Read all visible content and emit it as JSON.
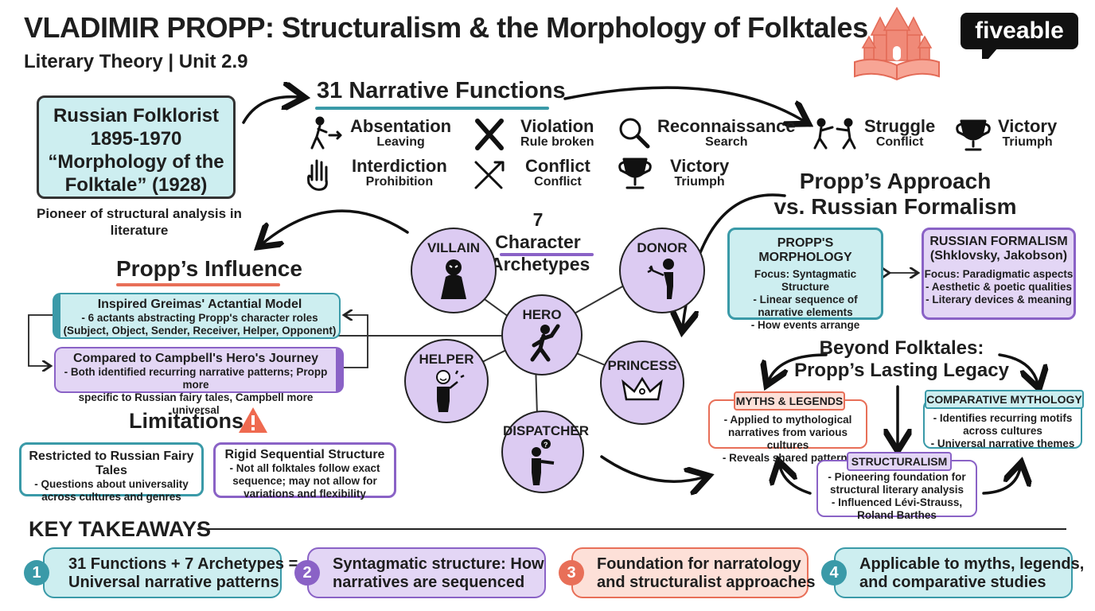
{
  "header": {
    "title": "VLADIMIR PROPP: Structuralism & the Morphology of Folktales",
    "subtitle": "Literary Theory | Unit 2.9",
    "logo_text": "fiveable"
  },
  "bio": {
    "lines": [
      "Russian Folklorist",
      "1895-1970",
      "“Morphology of the",
      "Folktale” (1928)"
    ],
    "note": "Pioneer of structural analysis in literature"
  },
  "functions": {
    "title": "31 Narrative Functions",
    "items": [
      {
        "name": "Absentation",
        "desc": "Leaving",
        "icon": "walking-person-icon"
      },
      {
        "name": "Violation",
        "desc": "Rule broken",
        "icon": "x-mark-icon"
      },
      {
        "name": "Reconnaissance",
        "desc": "Search",
        "icon": "magnifier-icon"
      },
      {
        "name": "Struggle",
        "desc": "Conflict",
        "icon": "fighting-people-icon"
      },
      {
        "name": "Victory",
        "desc": "Triumph",
        "icon": "trophy-icon"
      },
      {
        "name": "Interdiction",
        "desc": "Prohibition",
        "icon": "raised-hand-icon"
      },
      {
        "name": "Conflict",
        "desc": "Conflict",
        "icon": "crossed-swords-icon"
      },
      {
        "name": "Victory",
        "desc": "Triumph",
        "icon": "trophy-icon"
      }
    ]
  },
  "archetypes": {
    "title_line1": "7 Character",
    "title_line2": "Archetypes",
    "hero": "HERO",
    "villain": "VILLAIN",
    "donor": "DONOR",
    "helper": "HELPER",
    "princess": "PRINCESS",
    "dispatcher": "DISPATCHER"
  },
  "influence": {
    "title": "Propp’s Influence",
    "greimas_title": "Inspired Greimas' Actantial Model",
    "greimas_text_1": "- 6 actants abstracting Propp's character roles",
    "greimas_text_2": "(Subject, Object, Sender, Receiver, Helper, Opponent)",
    "campbell_title": "Compared to Campbell's Hero's Journey",
    "campbell_text_1": "- Both identified recurring narrative patterns; Propp more",
    "campbell_text_2": "specific to Russian fairy tales, Campbell more universal"
  },
  "limitations": {
    "title": "Limitations",
    "box1_title": "Restricted to Russian Fairy Tales",
    "box1_text_1": "- Questions about universality",
    "box1_text_2": "across cultures and genres",
    "box2_title": "Rigid Sequential Structure",
    "box2_text_1": "- Not all folktales follow exact",
    "box2_text_2": "sequence; may not allow for",
    "box2_text_3": "variations and flexibility"
  },
  "approach": {
    "title_line1": "Propp’s Approach",
    "title_line2": "vs. Russian Formalism",
    "propp_title": "PROPP'S MORPHOLOGY",
    "propp_lines": [
      "Focus: Syntagmatic Structure",
      "- Linear sequence of",
      "narrative elements",
      "- How events arrange"
    ],
    "formalism_title_1": "RUSSIAN FORMALISM",
    "formalism_title_2": "(Shklovsky, Jakobson)",
    "formalism_lines": [
      "Focus: Paradigmatic aspects",
      "- Aesthetic & poetic qualities",
      "- Literary devices & meaning"
    ]
  },
  "legacy": {
    "title_line1": "Beyond Folktales:",
    "title_line2": "Propp’s Lasting Legacy",
    "myths_title": "MYTHS & LEGENDS",
    "myths_lines": [
      "- Applied to mythological",
      "narratives from various cultures",
      "- Reveals shared patterns"
    ],
    "comp_title": "COMPARATIVE MYTHOLOGY",
    "comp_lines": [
      "- Identifies recurring motifs",
      "across cultures",
      "- Universal narrative themes"
    ],
    "struct_title": "STRUCTURALISM",
    "struct_lines": [
      "- Pioneering foundation for",
      "structural literary analysis",
      "- Influenced Lévi-Strauss,",
      "Roland Barthes"
    ]
  },
  "takeaways": {
    "title": "KEY TAKEAWAYS",
    "items": [
      {
        "num": "1",
        "line1": "31 Functions + 7 Archetypes =",
        "line2": "Universal narrative patterns"
      },
      {
        "num": "2",
        "line1": "Syntagmatic structure: How",
        "line2": "narratives are sequenced"
      },
      {
        "num": "3",
        "line1": "Foundation for narratology",
        "line2": "and structuralist approaches"
      },
      {
        "num": "4",
        "line1": "Applicable to myths, legends,",
        "line2": "and comparative studies"
      }
    ]
  },
  "colors": {
    "teal": "#3a9aa8",
    "purple": "#8a62c6",
    "salmon": "#e86f58",
    "teal_fill": "#cdeef0",
    "purple_fill": "#e3d6f5",
    "salmon_fill": "#fde0d8"
  }
}
